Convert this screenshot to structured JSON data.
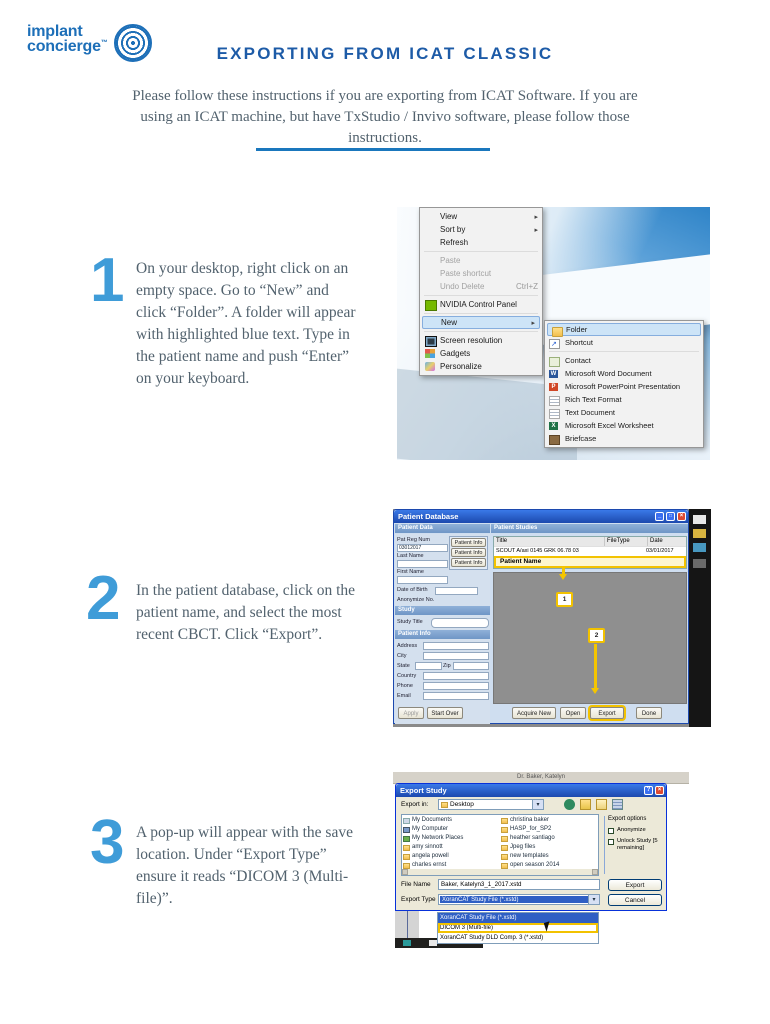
{
  "page": {
    "logo": {
      "line1": "implant",
      "line2": "concierge",
      "tm": "™"
    },
    "title": "EXPORTING FROM ICAT CLASSIC",
    "intro": "Please follow these instructions if you are exporting from ICAT Software. If you are using an ICAT machine, but have TxStudio / Invivo software, please follow those instructions."
  },
  "steps": [
    {
      "number": "1",
      "text": "On your desktop, right click on an empty space. Go to “New” and click “Folder”. A folder will appear with highlighted blue text. Type in the patient name and push “Enter” on your keyboard."
    },
    {
      "number": "2",
      "text": "In the patient database, click on the patient name, and select the most recent CBCT. Click “Export”."
    },
    {
      "number": "3",
      "text": "A pop-up will appear with the save location. Under “Export Type” ensure it reads “DICOM 3 (Multi-file)”."
    }
  ],
  "shot1": {
    "menu": {
      "view": "View",
      "sort_by": "Sort by",
      "refresh": "Refresh",
      "paste": "Paste",
      "paste_shortcut": "Paste shortcut",
      "undo_delete": "Undo Delete",
      "undo_shortcut": "Ctrl+Z",
      "nvidia": "NVIDIA Control Panel",
      "new": "New",
      "screen_resolution": "Screen resolution",
      "gadgets": "Gadgets",
      "personalize": "Personalize"
    },
    "submenu": {
      "folder": "Folder",
      "shortcut": "Shortcut",
      "contact": "Contact",
      "word": "Microsoft Word Document",
      "powerpoint": "Microsoft PowerPoint Presentation",
      "rtf": "Rich Text Format",
      "text": "Text Document",
      "excel": "Microsoft Excel Worksheet",
      "briefcase": "Briefcase"
    }
  },
  "shot2": {
    "title": "Patient Database",
    "header_left": "Patient Data",
    "header_right": "Patient Studies",
    "left": {
      "pat_reg_label": "Pat Reg Num",
      "pat_reg_value": "03012017",
      "last_name": "Last Name",
      "first_name": "First Name",
      "dob": "Date of Birth",
      "patient_info_btn": "Patient Info",
      "anonymize": "Anonymize No.",
      "study_header": "Study",
      "study_title": "Study Title",
      "patient_info_header": "Patient Info",
      "address": "Address",
      "city": "City",
      "state": "State",
      "zip": "Zip",
      "country": "Country",
      "phone": "Phone",
      "email": "Email"
    },
    "table": {
      "col_title": "Title",
      "col_filetype": "FileType",
      "col_date": "Date",
      "row1_title": "SCOUT A/axi 0145 GRK 06.78 03",
      "row1_date": "03/01/2017",
      "row2_title": "Patient Name"
    },
    "callout1": "1",
    "callout2": "2",
    "buttons": {
      "apply": "Apply",
      "start_over": "Start Over",
      "acquire": "Acquire New",
      "open": "Open",
      "export": "Export",
      "done": "Done"
    }
  },
  "shot3": {
    "behind_title": "Dr. Baker, Katelyn",
    "title": "Export Study",
    "export_in_label": "Export in:",
    "export_in_value": "Desktop",
    "files_col1": [
      "My Documents",
      "My Computer",
      "My Network Places",
      "amy sinnott",
      "angela powell",
      "charles ernst"
    ],
    "files_col2": [
      "christina baker",
      "HASP_for_SP2",
      "heather santiago",
      "Jpeg files",
      "new templates",
      "open season 2014"
    ],
    "options_label": "Export options",
    "anonymize": "Anonymize",
    "unlock": "Unlock Study [5 remaining]",
    "file_name_label": "File Name",
    "file_name_value": "Baker, Katelyn3_1_2017.xstd",
    "export_type_label": "Export Type",
    "export_type_value": "XoranCAT Study File (*.xstd)",
    "export_btn": "Export",
    "cancel_btn": "Cancel",
    "dd": [
      "XoranCAT Study File (*.xstd)",
      "DICOM 3 (Multi-file)",
      "XoranCAT Study DLD Comp. 3 (*.xstd)"
    ]
  }
}
